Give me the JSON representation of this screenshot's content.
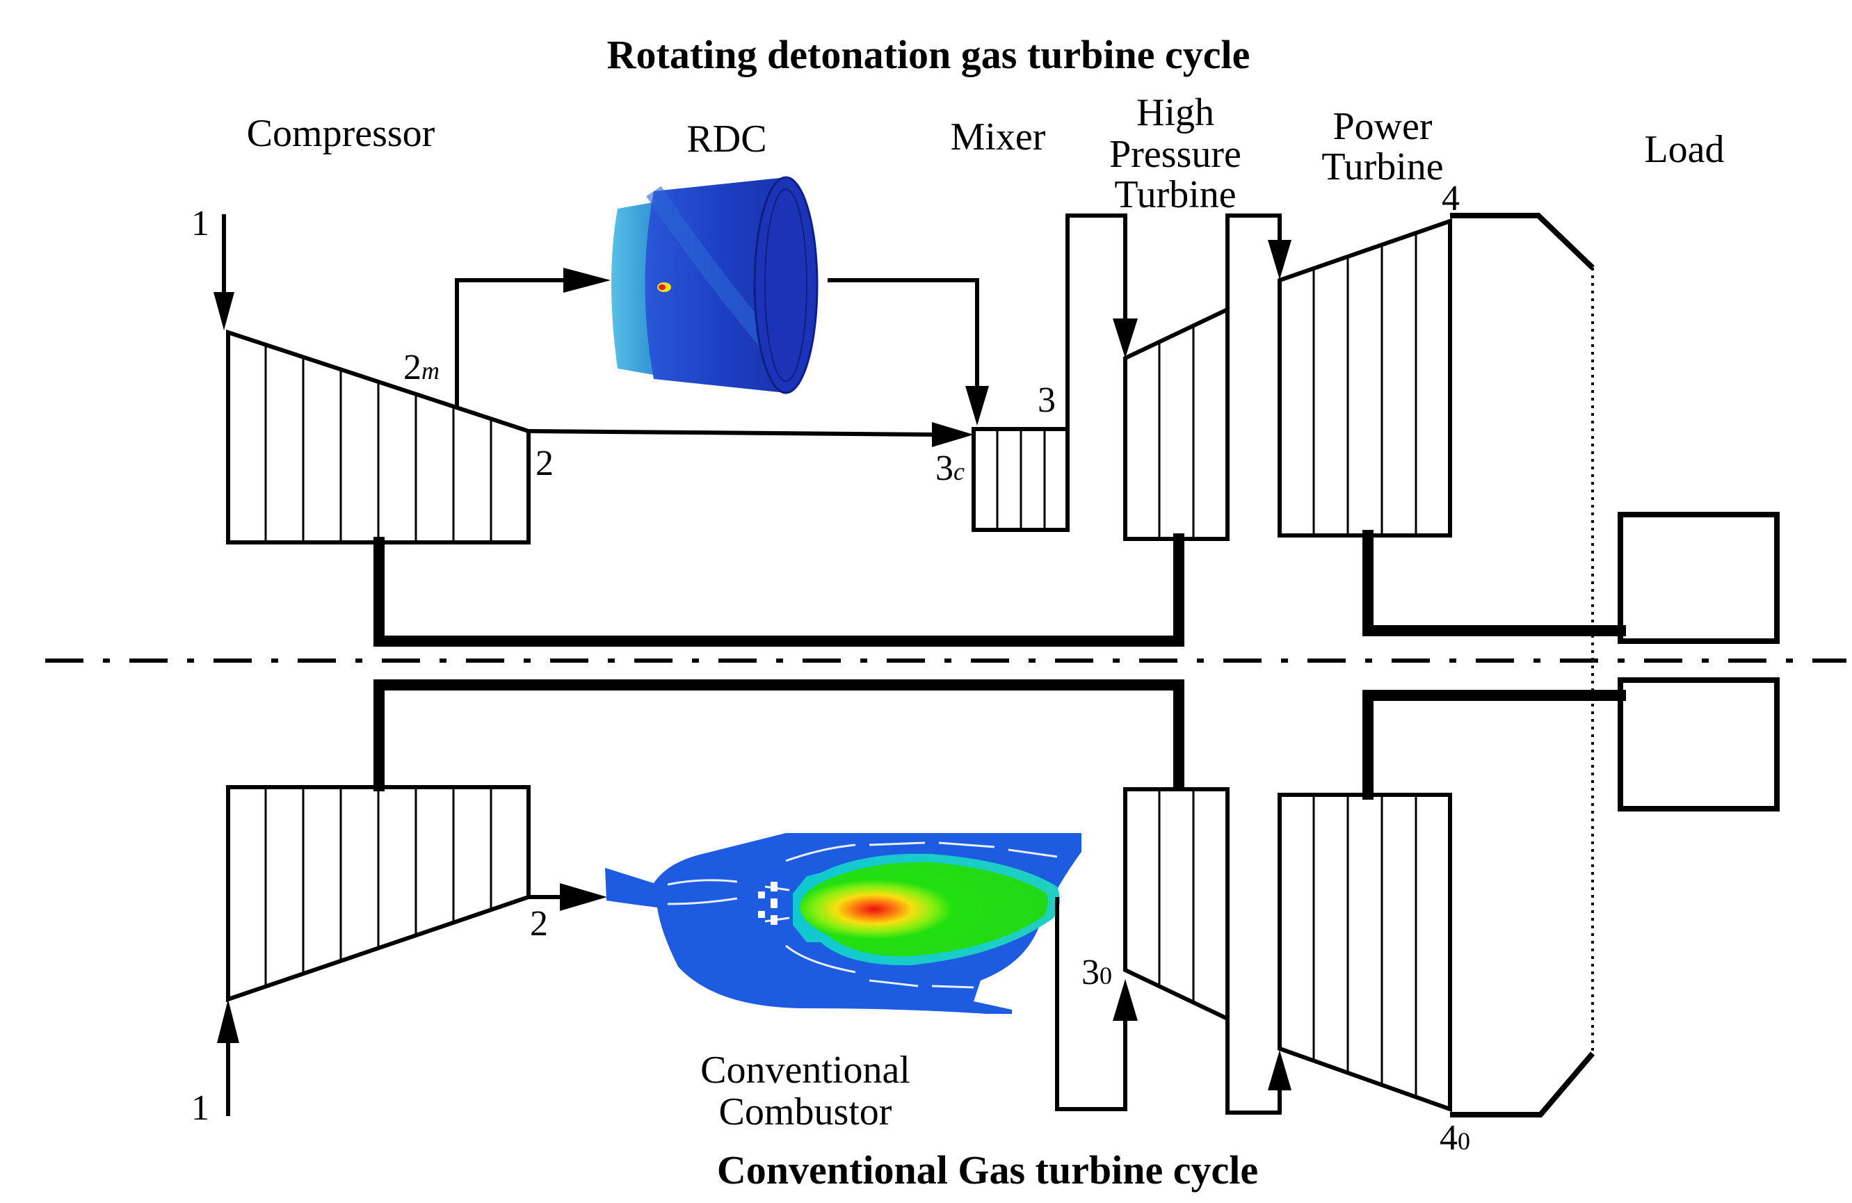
{
  "titles": {
    "top": "Rotating detonation gas turbine cycle",
    "bottom": "Conventional Gas turbine cycle"
  },
  "components": {
    "compressor": "Compressor",
    "rdc": "RDC",
    "mixer": "Mixer",
    "hpt_line1": "High",
    "hpt_line2": "Pressure",
    "hpt_line3": "Turbine",
    "pt_line1": "Power",
    "pt_line2": "Turbine",
    "load": "Load",
    "cc_line1": "Conventional",
    "cc_line2": "Combustor"
  },
  "stations": {
    "top_1": "1",
    "top_2m_main": "2",
    "top_2m_sub": "m",
    "top_2": "2",
    "top_3": "3",
    "top_3c_main": "3",
    "top_3c_sub": "c",
    "top_4": "4",
    "bot_1": "1",
    "bot_2": "2",
    "bot_30_main": "3",
    "bot_30_sub": "0",
    "bot_40_main": "4",
    "bot_40_sub": "0"
  },
  "colors": {
    "rdc_dark": "#1a2fb0",
    "rdc_mid": "#1e4fd8",
    "rdc_light": "#3aa0d8",
    "combustor_blue": "#1d5ce0",
    "flame_green": "#22e010",
    "flame_red": "#e81010"
  }
}
